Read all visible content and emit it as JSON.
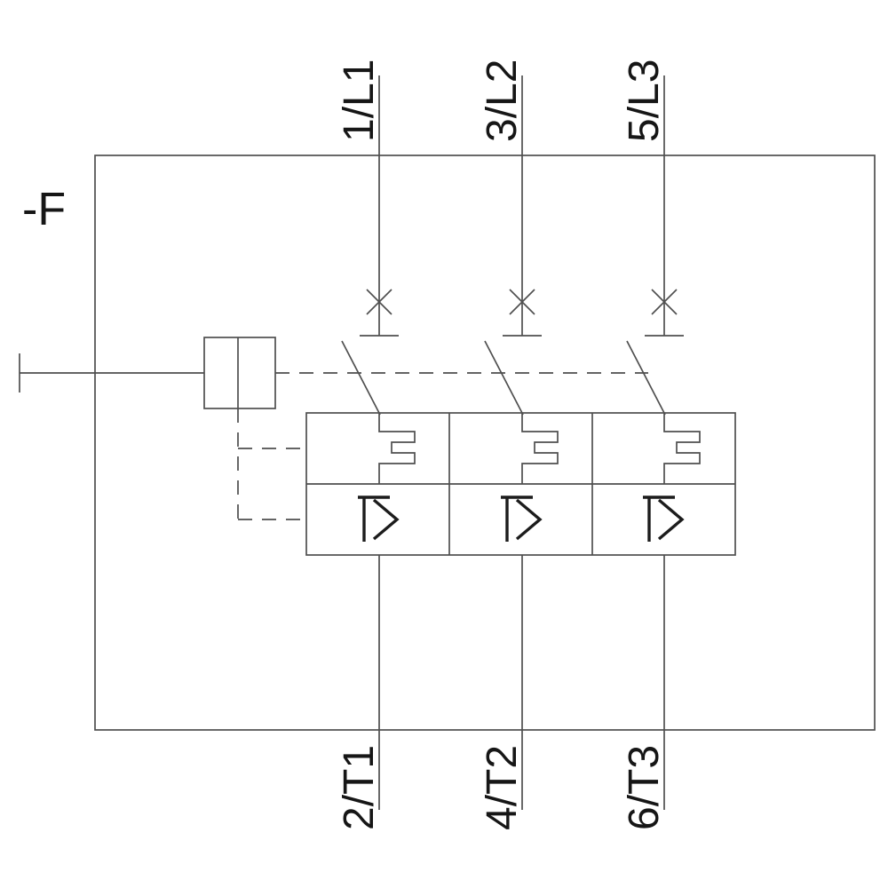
{
  "diagram": {
    "device_label": "-F",
    "type_description": "3-pole motor protection circuit breaker schematic",
    "top_terminals": [
      "1/L1",
      "3/L2",
      "5/L3"
    ],
    "bottom_terminals": [
      "2/T1",
      "4/T2",
      "6/T3"
    ],
    "overcurrent_symbol": "I>",
    "poles": 3,
    "colors": {
      "background": "#ffffff",
      "line": "#4f4f4f",
      "symbol": "#1c1c1c",
      "text": "#161616"
    }
  }
}
